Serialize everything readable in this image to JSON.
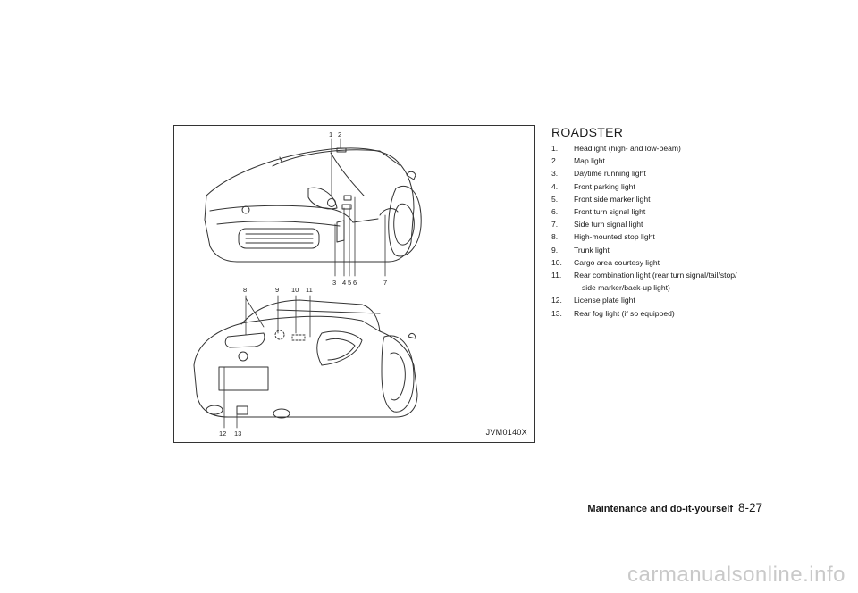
{
  "figure": {
    "code": "JVM0140X",
    "callouts": [
      "1",
      "2",
      "3",
      "4",
      "5",
      "6",
      "7",
      "8",
      "9",
      "10",
      "11",
      "12",
      "13"
    ]
  },
  "section": {
    "title": "ROADSTER",
    "items": [
      {
        "num": "1.",
        "text": "Headlight (high- and low-beam)"
      },
      {
        "num": "2.",
        "text": "Map light"
      },
      {
        "num": "3.",
        "text": "Daytime running light"
      },
      {
        "num": "4.",
        "text": "Front parking light"
      },
      {
        "num": "5.",
        "text": "Front side marker light"
      },
      {
        "num": "6.",
        "text": "Front turn signal light"
      },
      {
        "num": "7.",
        "text": "Side turn signal light"
      },
      {
        "num": "8.",
        "text": "High-mounted stop light"
      },
      {
        "num": "9.",
        "text": "Trunk light"
      },
      {
        "num": "10.",
        "text": "Cargo area courtesy light"
      },
      {
        "num": "11.",
        "text": "Rear combination light (rear turn signal/tail/stop/",
        "cont": "side marker/back-up light)"
      },
      {
        "num": "12.",
        "text": "License plate light"
      },
      {
        "num": "13.",
        "text": "Rear fog light (if so equipped)"
      }
    ]
  },
  "footer": {
    "section_name": "Maintenance and do-it-yourself",
    "page": "8-27"
  },
  "watermark": "carmanualsonline.info"
}
